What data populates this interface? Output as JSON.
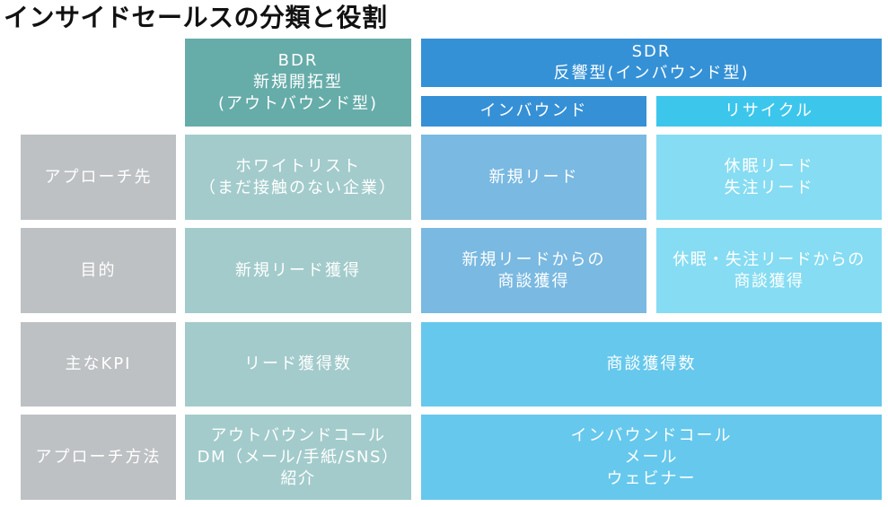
{
  "title": "インサイドセールスの分類と役割",
  "colors": {
    "label": "#bec1c4",
    "bdr_header": "#66aca9",
    "bdr_cell": "#a3cbcb",
    "sdr_header": "#3591d6",
    "inbound_header": "#3590d6",
    "recycle_header": "#3dc6ec",
    "inbound_cell": "#7ab9e1",
    "recycle_cell": "#86dcf2",
    "sdr_merged_cell": "#66c8ec"
  },
  "headers": {
    "bdr": {
      "lines": [
        "BDR",
        "新規開拓型",
        "(アウトバウンド型)"
      ]
    },
    "sdr": {
      "lines": [
        "SDR",
        "反響型(インバウンド型)"
      ]
    },
    "inbound": "インバウンド",
    "recycle": "リサイクル"
  },
  "rows": [
    {
      "label": "アプローチ先",
      "bdr": [
        "ホワイトリスト",
        "（まだ接触のない企業）"
      ],
      "inbound": [
        "新規リード"
      ],
      "recycle": [
        "休眠リード",
        "失注リード"
      ]
    },
    {
      "label": "目的",
      "bdr": [
        "新規リード獲得"
      ],
      "inbound": [
        "新規リードからの",
        "商談獲得"
      ],
      "recycle": [
        "休眠・失注リードからの",
        "商談獲得"
      ]
    },
    {
      "label": "主なKPI",
      "bdr": [
        "リード獲得数"
      ],
      "sdr": [
        "商談獲得数"
      ]
    },
    {
      "label": "アプローチ方法",
      "bdr": [
        "アウトバウンドコール",
        "DM（メール/手紙/SNS）",
        "紹介"
      ],
      "sdr": [
        "インバウンドコール",
        "メール",
        "ウェビナー"
      ]
    }
  ]
}
